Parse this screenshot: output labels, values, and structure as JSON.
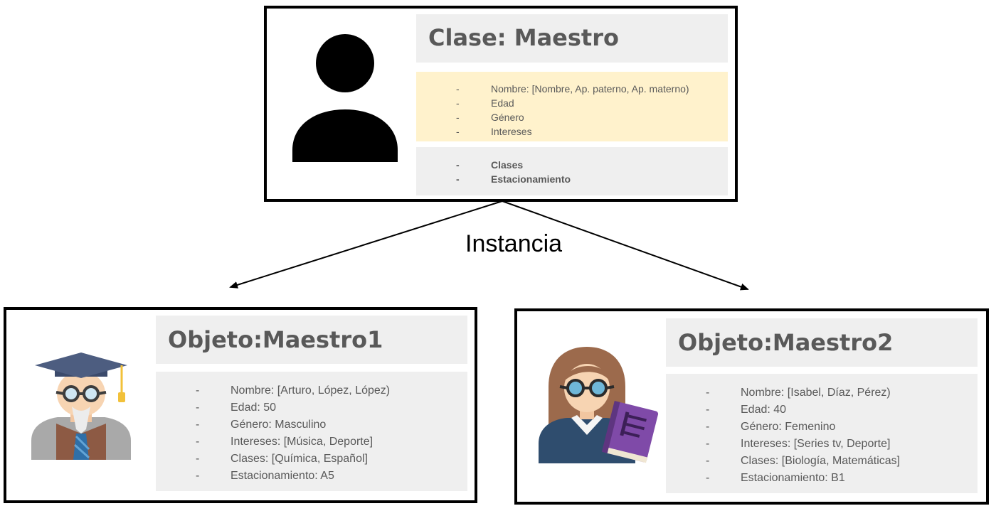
{
  "class_card": {
    "title": "Clase: Maestro",
    "attributes": [
      "Nombre: [Nombre, Ap. paterno, Ap. materno)",
      "Edad",
      "Género",
      "Intereses"
    ],
    "methods": [
      "Clases",
      "Estacionamiento"
    ],
    "dash": "-",
    "icon": "person-silhouette-icon"
  },
  "relation_label": "Instancia",
  "objects": [
    {
      "title": "Objeto:Maestro1",
      "icon": "male-professor-icon",
      "fields": [
        "Nombre: [Arturo, López, López)",
        "Edad: 50",
        "Género: Masculino",
        "Intereses: [Música, Deporte]",
        "Clases: [Química, Español]",
        "Estacionamiento: A5"
      ]
    },
    {
      "title": "Objeto:Maestro2",
      "icon": "female-teacher-icon",
      "fields": [
        "Nombre: [Isabel, Díaz, Pérez)",
        "Edad: 40",
        "Género: Femenino",
        "Intereses: [Series tv, Deporte]",
        "Clases: [Biología, Matemáticas]",
        "Estacionamiento: B1"
      ]
    }
  ],
  "colors": {
    "title_band": "#efefef",
    "attributes_band": "#fff2cc",
    "text": "#595959",
    "border": "#000000"
  }
}
